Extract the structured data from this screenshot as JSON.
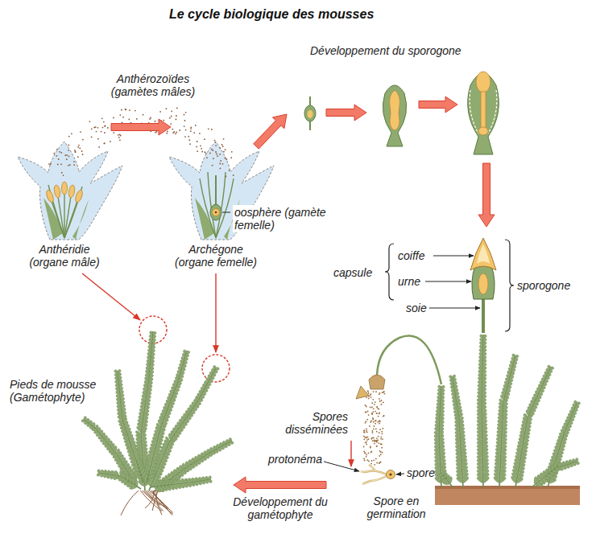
{
  "diagram": {
    "title": "Le cycle biologique des mousses",
    "labels": [
      "Anthérozoïdes (gamètes mâles)",
      "Développement du sporogone",
      "oosphère (gamète femelle)",
      "Anthéridie (organe mâle)",
      "Archégone (organe femelle)",
      "coiffe",
      "capsule",
      "urne",
      "sporogone",
      "soie",
      "Pieds de mousse (Gamétophyte)",
      "Spores disséminées",
      "protonéma",
      "spore",
      "Spore en germination",
      "Développement du gamétophyte"
    ]
  }
}
